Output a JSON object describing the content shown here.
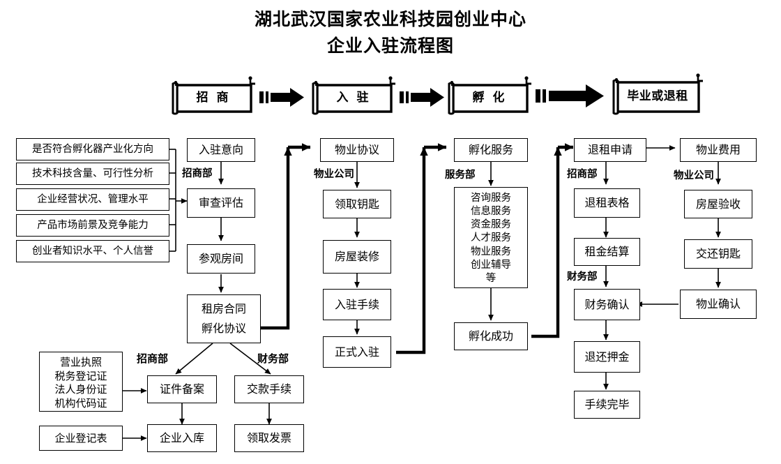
{
  "title": {
    "line1": "湖北武汉国家农业科技园创业中心",
    "line2": "企业入驻流程图"
  },
  "stages": [
    {
      "label": "招  商"
    },
    {
      "label": "入  驻"
    },
    {
      "label": "孵  化"
    },
    {
      "label": "毕业或退租"
    }
  ],
  "criteria": [
    "是否符合孵化器产业化方向",
    "技术科技含量、可行性分析",
    "企业经营状况、管理水平",
    "产品市场前景及竞争能力",
    "创业者知识水平、个人信誉"
  ],
  "columns": {
    "recruit": {
      "dept": "招商部",
      "nodes": [
        "入驻意向",
        "审查评估",
        "参观房间"
      ],
      "contract_line1": "租房合同",
      "contract_line2": "孵化协议"
    },
    "property_in": {
      "dept": "物业公司",
      "nodes": [
        "物业协议",
        "领取钥匙",
        "房屋装修",
        "入驻手续",
        "正式入驻"
      ]
    },
    "service": {
      "dept": "服务部",
      "head": "孵化服务",
      "items": [
        "咨询服务",
        "信息服务",
        "资金服务",
        "人才服务",
        "物业服务",
        "创业辅导",
        "等"
      ],
      "tail": "孵化成功"
    },
    "exit": {
      "dept1": "招商部",
      "dept2": "财务部",
      "nodes": [
        "退租申请",
        "退租表格",
        "租金结算",
        "财务确认",
        "退还押金",
        "手续完毕"
      ]
    },
    "property_out": {
      "dept": "物业公司",
      "nodes": [
        "物业费用",
        "房屋验收",
        "交还钥匙",
        "物业确认"
      ]
    }
  },
  "bottom": {
    "documents": [
      "营业执照",
      "税务登记证",
      "法人身份证",
      "机构代码证"
    ],
    "register_form": "企业登记表",
    "dept_left": "招商部",
    "dept_right": "财务部",
    "filing": "证件备案",
    "enterprise_in": "企业入库",
    "payment": "交款手续",
    "invoice": "领取发票"
  },
  "colors": {
    "line": "#000000",
    "background": "#ffffff"
  }
}
